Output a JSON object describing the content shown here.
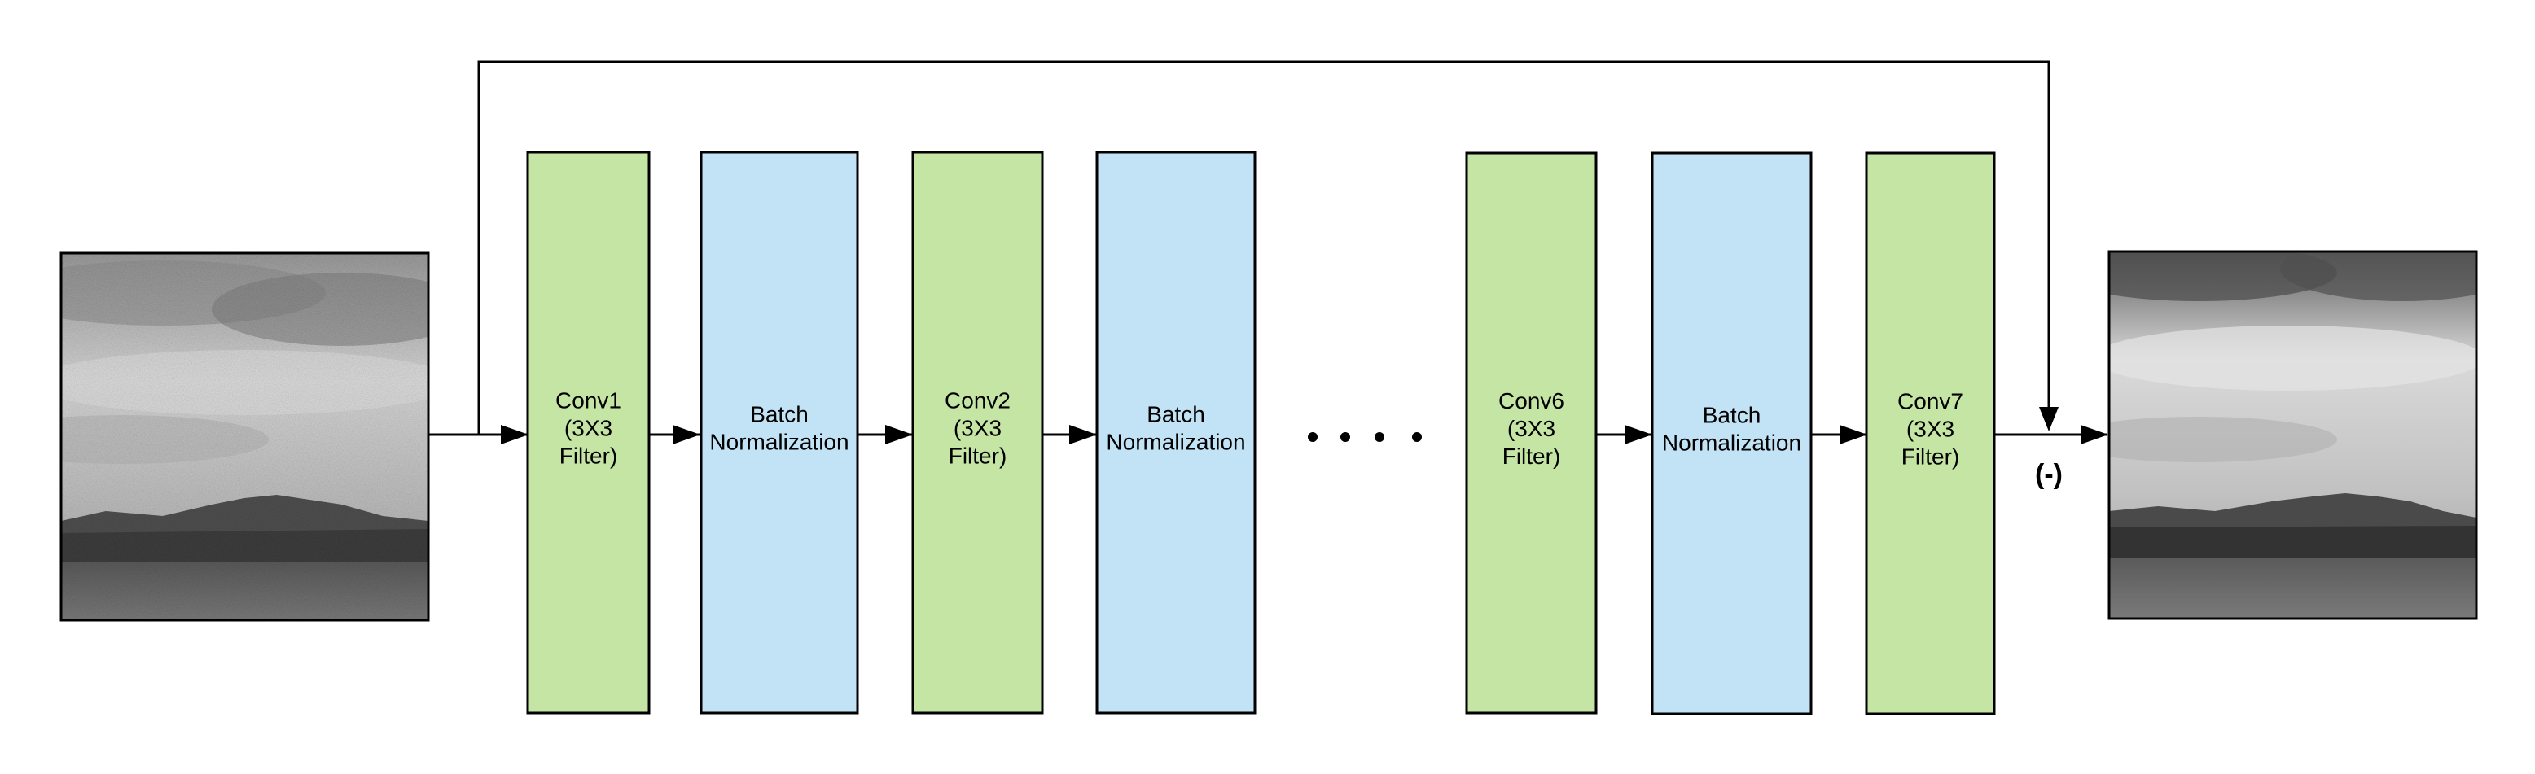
{
  "colors": {
    "conv": "#c5e5a5",
    "batch_norm": "#c2e3f5",
    "stroke": "#000000",
    "background": "#ffffff"
  },
  "images": {
    "input": {
      "icon": "noisy-landscape-image"
    },
    "output": {
      "icon": "clean-landscape-image"
    }
  },
  "blocks": [
    {
      "type": "conv",
      "lines": [
        "Conv1",
        "(3X3",
        "Filter)"
      ]
    },
    {
      "type": "batch_norm",
      "lines": [
        "Batch",
        "Normalization"
      ]
    },
    {
      "type": "conv",
      "lines": [
        "Conv2",
        "(3X3",
        "Filter)"
      ]
    },
    {
      "type": "batch_norm",
      "lines": [
        "Batch",
        "Normalization"
      ]
    },
    {
      "type": "conv",
      "lines": [
        "Conv6",
        "(3X3",
        "Filter)"
      ]
    },
    {
      "type": "batch_norm",
      "lines": [
        "Batch",
        "Normalization"
      ]
    },
    {
      "type": "conv",
      "lines": [
        "Conv7",
        "(3X3",
        "Filter)"
      ]
    }
  ],
  "ellipsis": "....",
  "subtract_label": "(-)"
}
